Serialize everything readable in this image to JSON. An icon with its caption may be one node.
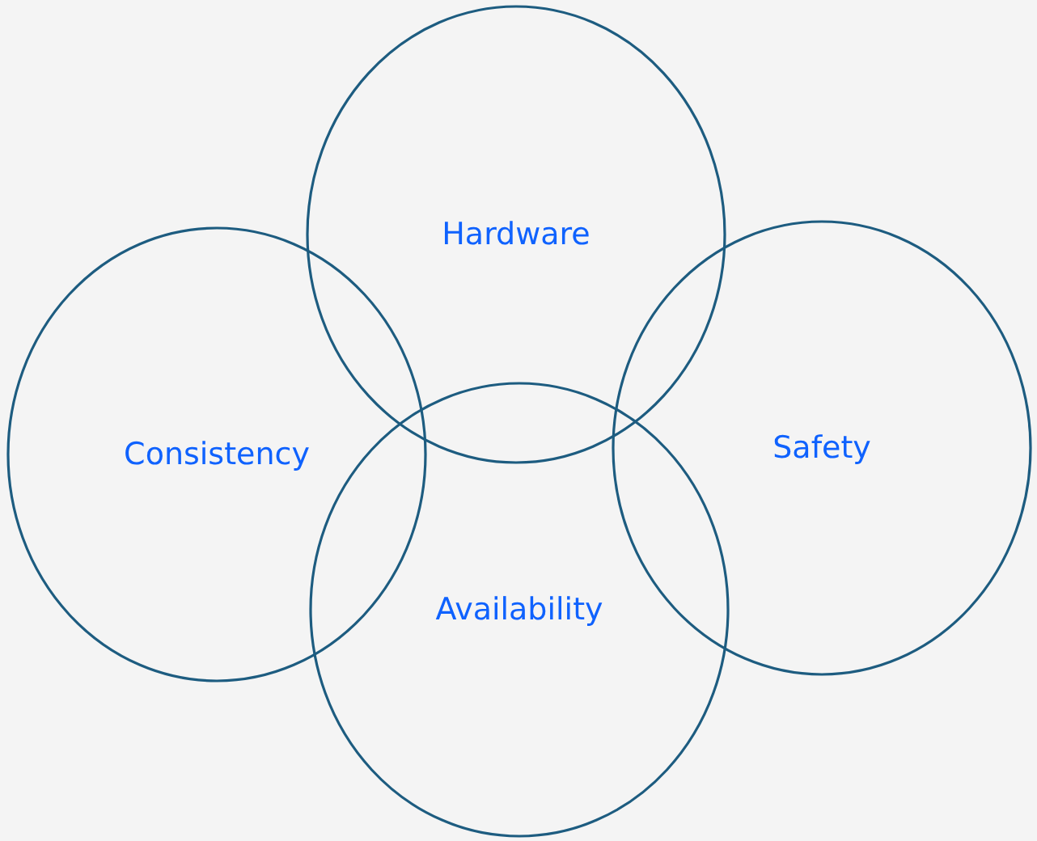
{
  "diagram": {
    "nodes": [
      {
        "text": [
          "Hardware"
        ]
      },
      {
        "text": [
          "Consistency"
        ]
      },
      {
        "text": [
          "Safety"
        ]
      },
      {
        "text": [
          "Availability"
        ]
      }
    ]
  }
}
